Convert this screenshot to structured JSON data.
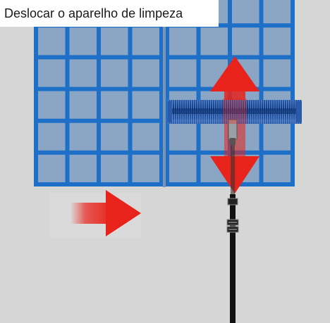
{
  "title": "Deslocar o aparelho de limpeza",
  "colors": {
    "background": "#d6d6d6",
    "panel_frame": "#1e6fc8",
    "panel_cell": "#8aa6c4",
    "arrow": "#e8231b",
    "brush": "#1a4b9a",
    "pole": "#111111"
  },
  "icons": [
    "solar-panel",
    "brush-head",
    "telescopic-pole",
    "arrow-right",
    "arrow-up-down"
  ]
}
